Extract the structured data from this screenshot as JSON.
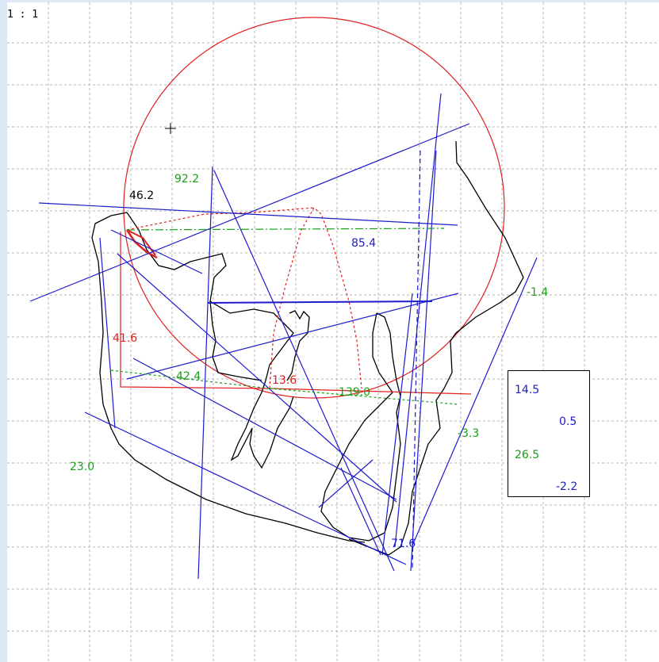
{
  "zoom_label": "1 : 1",
  "colors": {
    "grid": "#b4b4b4",
    "outline": "#000000",
    "red": "#e02020",
    "blue": "#1c1ccc",
    "green": "#18a018"
  },
  "icons": [
    "crosshair-cursor-icon"
  ],
  "measurements": {
    "angle_92_2": "92.2",
    "angle_46_2": "46.2",
    "angle_85_4": "85.4",
    "angle_41_6": "41.6",
    "angle_42_4": "42.4",
    "angle_13_6": "13.6",
    "angle_139_0": "139.0",
    "value_neg1_4": "-1.4",
    "value_neg3_3": "-3.3",
    "angle_23_0": "23.0",
    "angle_71_6": "71.6"
  },
  "value_box": {
    "v1": "14.5",
    "v2": "0.5",
    "v3": "26.5",
    "v4": "-2.2"
  }
}
